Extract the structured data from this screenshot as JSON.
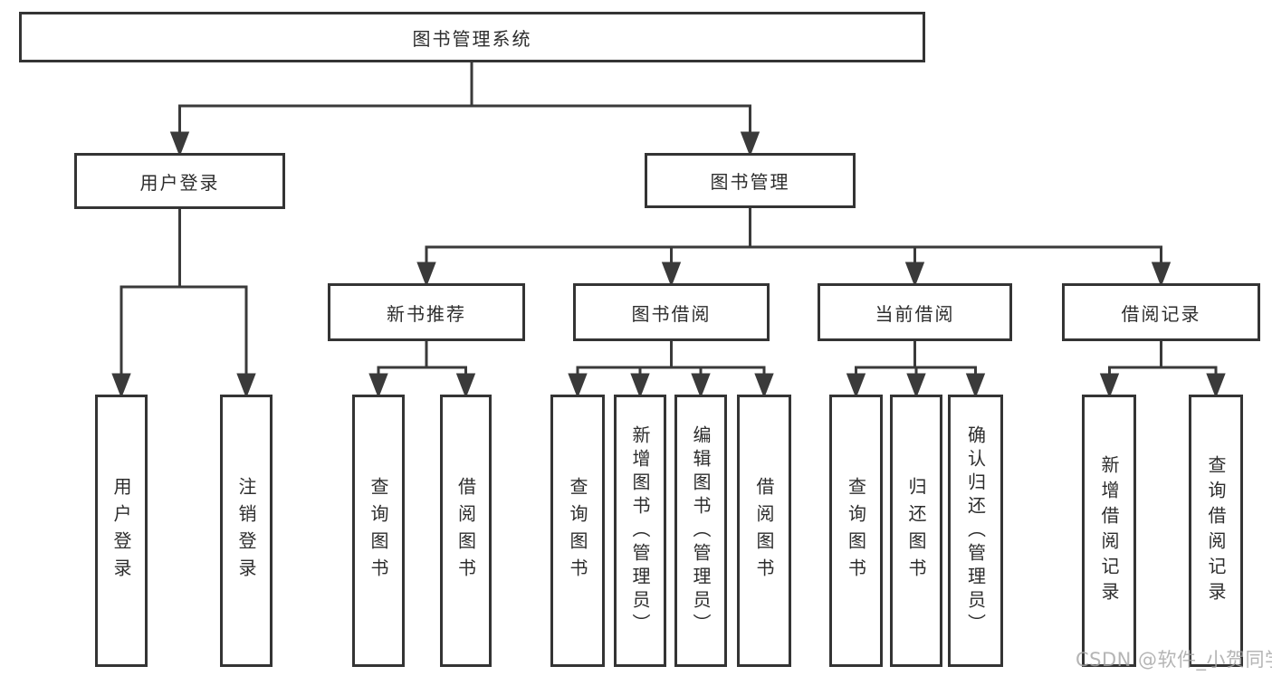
{
  "diagram": {
    "title_node": "图书管理系统",
    "nodes": {
      "root": "图书管理系统",
      "user_login": "用户登录",
      "book_management": "图书管理",
      "new_book_recommend": "新书推荐",
      "book_borrow": "图书借阅",
      "current_borrow": "当前借阅",
      "borrow_records": "借阅记录",
      "leaf_user_login": "用户登录",
      "leaf_logout": "注销登录",
      "leaf_rec_query_books": "查询图书",
      "leaf_rec_borrow_books": "借阅图书",
      "leaf_bb_query_books": "查询图书",
      "leaf_bb_add_books": "新增图书（管理员）",
      "leaf_bb_edit_books": "编辑图书（管理员）",
      "leaf_bb_borrow_books": "借阅图书",
      "leaf_cb_query_books": "查询图书",
      "leaf_cb_return_books": "归还图书",
      "leaf_cb_confirm_return": "确认归还（管理员）",
      "leaf_br_add_record": "新增借阅记录",
      "leaf_br_query_record": "查询借阅记录"
    },
    "watermark": "CSDN @软件_小贺同学",
    "colors": {
      "line": "#3a3a3a",
      "box_border": "#343434",
      "text": "#2d2d2d",
      "watermark": "#a5a5a5",
      "background": "#ffffff"
    }
  }
}
